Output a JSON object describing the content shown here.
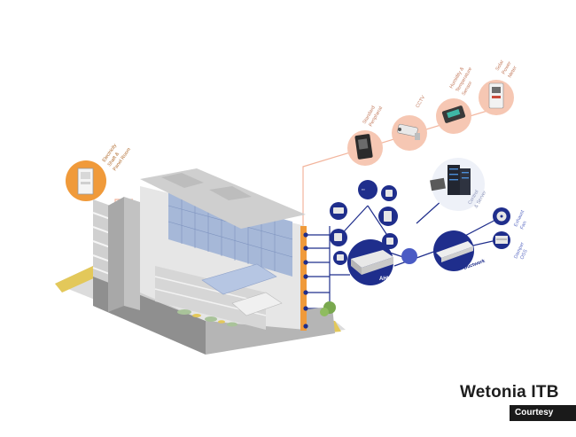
{
  "branding": {
    "name": "Wetonia ITB",
    "credit": "Courtesy Image"
  },
  "labels": {
    "electricity": [
      "Electricity",
      "Shaft &",
      "Panel Room"
    ],
    "standard_peripheral": [
      "Standard",
      "Peripheral"
    ],
    "cctv": [
      "CCTV"
    ],
    "humidity": [
      "Humidity &",
      "Temperature",
      "Sensor"
    ],
    "solar": [
      "Solar",
      "Power",
      "Meter"
    ],
    "control_server": [
      "Control",
      "& Server"
    ],
    "exhaust_fan": [
      "Exhaust",
      "Fan"
    ],
    "damper": [
      "Damper",
      "OSS"
    ],
    "ductwork": "Ductwork",
    "ahu": "AHU"
  },
  "colors": {
    "peach": "#f6c7b3",
    "peach_line": "#f2b49c",
    "navy": "#1f2e8c",
    "light_blue": "#cdd8f0",
    "mustard": "#e3c85a",
    "orange": "#f09a3a",
    "glass": "#9fb2d6"
  },
  "icons": [
    "electrical-cabinet-icon",
    "panel-device-icon",
    "cctv-camera-icon",
    "sensor-device-icon",
    "power-meter-icon",
    "server-rack-icon",
    "fan-icon",
    "damper-icon"
  ]
}
